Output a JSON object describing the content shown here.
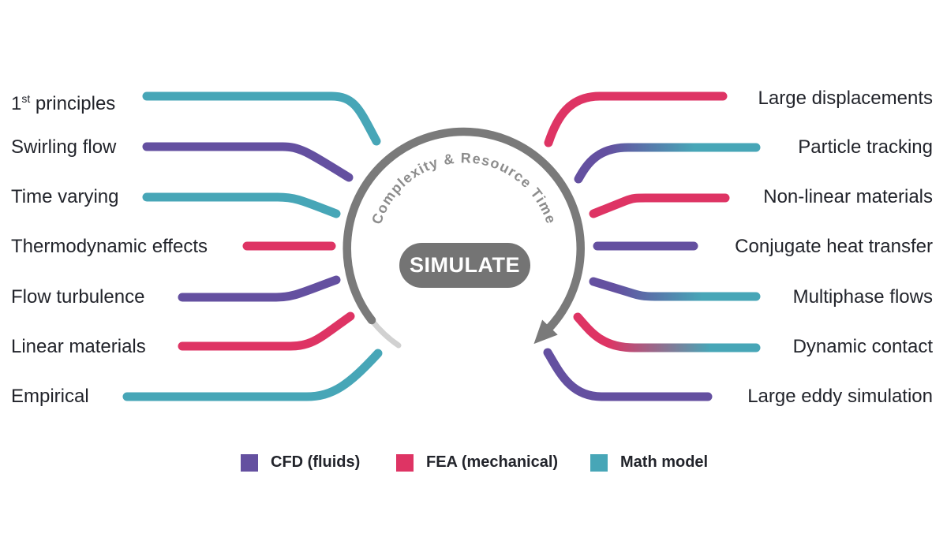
{
  "colors": {
    "cfd": "#6450A0",
    "fea": "#DE3464",
    "math": "#47A6B7",
    "arc": "#7A7A7A",
    "arc-text": "#8C8C8C",
    "button-bg": "#747474",
    "button-text": "#FFFFFF",
    "label": "#22242B"
  },
  "center": {
    "button_label": "SIMULATE",
    "arc_label": "Complexity & Resource Time"
  },
  "left_items": [
    {
      "label_prefix": "1",
      "label_sup": "st",
      "label_rest": " principles",
      "category": "math"
    },
    {
      "label": "Swirling flow",
      "category": "cfd"
    },
    {
      "label": "Time varying",
      "category": "math"
    },
    {
      "label": "Thermodynamic effects",
      "category": "fea"
    },
    {
      "label": "Flow turbulence",
      "category": "cfd"
    },
    {
      "label": "Linear materials",
      "category": "fea"
    },
    {
      "label": "Empirical",
      "category": "math"
    }
  ],
  "right_items": [
    {
      "label": "Large displacements",
      "category": "fea"
    },
    {
      "label": "Particle tracking",
      "category": "cfd-to-math"
    },
    {
      "label": "Non-linear materials",
      "category": "fea"
    },
    {
      "label": "Conjugate heat transfer",
      "category": "cfd"
    },
    {
      "label": "Multiphase flows",
      "category": "cfd-to-math"
    },
    {
      "label": "Dynamic contact",
      "category": "fea-to-math"
    },
    {
      "label": "Large eddy simulation",
      "category": "cfd"
    }
  ],
  "legend": [
    {
      "label": "CFD (fluids)",
      "color_key": "cfd"
    },
    {
      "label": "FEA (mechanical)",
      "color_key": "fea"
    },
    {
      "label": "Math model",
      "color_key": "math"
    }
  ]
}
